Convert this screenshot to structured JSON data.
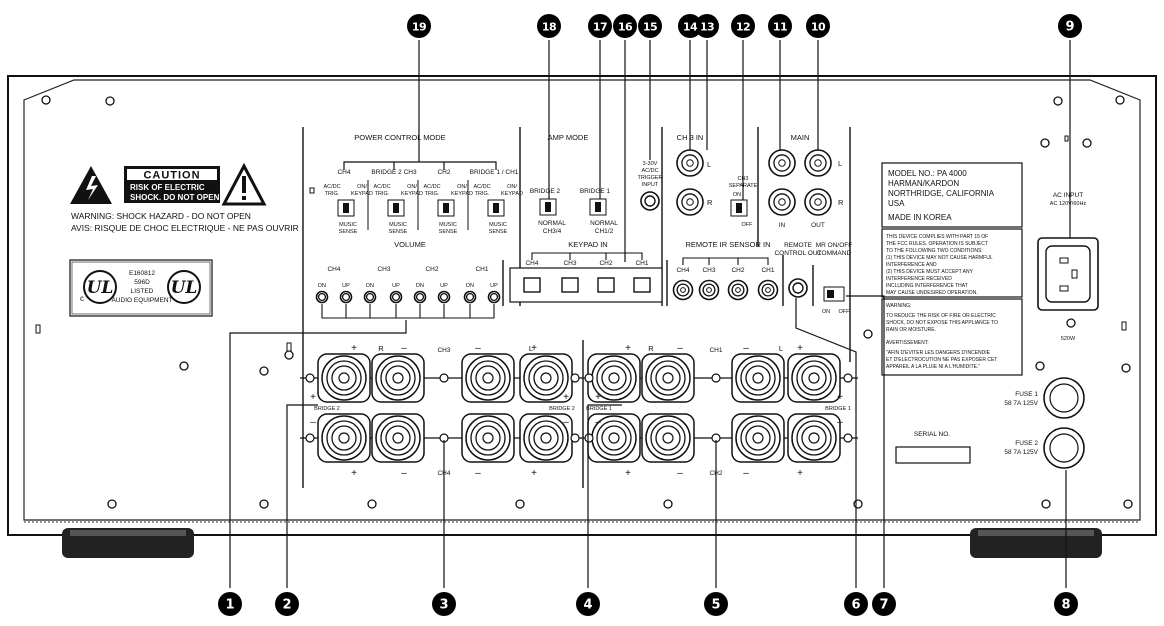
{
  "callouts": {
    "c1": "1",
    "c2": "2",
    "c3": "3",
    "c4": "4",
    "c5": "5",
    "c6": "6",
    "c7": "7",
    "c8": "8",
    "c9": "9",
    "c10": "10",
    "c11": "11",
    "c12": "12",
    "c13": "13",
    "c14": "14",
    "c15": "15",
    "c16": "16",
    "c17": "17",
    "c18": "18",
    "c19": "19"
  },
  "sections": {
    "power_control_mode": "POWER CONTROL MODE",
    "amp_mode": "AMP MODE",
    "ch3_in": "CH 3 IN",
    "main": "MAIN",
    "volume": "VOLUME",
    "keypad_in": "KEYPAD IN",
    "remote_ir_sensor_in": "REMOTE IR SENSOR IN",
    "remote_control_out_1": "REMOTE",
    "remote_control_out_2": "CONTROL OUT",
    "mr_on_off_1": "MR ON/OFF",
    "mr_on_off_2": "COMMAND"
  },
  "power_control": {
    "channels": [
      "CH4",
      "BRIDGE 2 CH3",
      "CH2",
      "BRIDGE 1 / CH1"
    ],
    "left_1": "AC/DC",
    "left_2": "TRIG.",
    "right_1": "ON/",
    "right_2": "KEYPAD",
    "bottom_1": "MUSIC",
    "bottom_2": "SENSE"
  },
  "amp_mode": {
    "bridge2": "BRIDGE 2",
    "bridge1": "BRIDGE 1",
    "normal": "NORMAL",
    "ch34": "CH3/4",
    "ch12": "CH1/2"
  },
  "trigger": {
    "l1": "3-30V",
    "l2": "AC/DC",
    "l3": "TRIGGER",
    "l4": "INPUT"
  },
  "ch3_sep": {
    "l1": "CH3",
    "l2": "SEPARATE",
    "on": "ON",
    "off": "OFF"
  },
  "jack": {
    "L": "L",
    "R": "R",
    "IN": "IN",
    "OUT": "OUT"
  },
  "volume": {
    "channels": [
      "CH4",
      "CH3",
      "CH2",
      "CH1"
    ],
    "dn": "DN",
    "up": "UP"
  },
  "keypad": {
    "channels": [
      "CH4",
      "CH3",
      "CH2",
      "CH1"
    ]
  },
  "ir": {
    "channels": [
      "CH4",
      "CH3",
      "CH2",
      "CH1"
    ]
  },
  "mr": {
    "on": "ON",
    "off": "OFF"
  },
  "speakers": {
    "ch3": "CH3",
    "ch4": "CH4",
    "ch1": "CH1",
    "ch2": "CH2",
    "R": "R",
    "L": "L",
    "plus": "+",
    "minus": "–",
    "bridge2": "BRIDGE 2",
    "bridge1": "BRIDGE 1"
  },
  "caution": {
    "title": "CAUTION",
    "line1": "RISK OF ELECTRIC",
    "line2": "SHOCK. DO NOT OPEN",
    "warning": "WARNING: SHOCK HAZARD - DO NOT OPEN",
    "avis": "AVIS: RISQUE DE CHOC ELECTRIQUE - NE PAS OUVRIR"
  },
  "ul": {
    "logo": "UL",
    "c": "c",
    "l1": "E160812",
    "l2": "596D",
    "l3": "LISTED",
    "l4": "AUDIO EQUIPMENT"
  },
  "model": {
    "line1": "MODEL NO.: PA 4000",
    "line2": "HARMAN/KARDON",
    "line3": "NORTHRIDGE, CALIFORNIA",
    "line4": "USA",
    "line5": "MADE IN KOREA"
  },
  "fcc": [
    "THIS DEVICE COMPLIES WITH PART 15 OF",
    "THE FCC RULES. OPERATION IS SUBJECT",
    "TO THE FOLLOWING TWO CONDITIONS:",
    "(1) THIS DEVICE MAY NOT CAUSE HARMFUL",
    "     INTERFERENCE AND",
    "(2) THIS DEVICE MUST ACCEPT ANY",
    "     INTERFERENCE RECEIVED",
    "     INCLUDING INTERFERENCE THAT",
    "     MAY CAUSE UNDESIRED OPERATION."
  ],
  "warning_box": [
    "WARNING:",
    "TO REDUCE THE RISK OF FIRE OR ELECTRIC",
    "SHOCK, DO NOT EXPOSE THIS APPLIANCE TO",
    "RAIN OR MOISTURE.",
    "AVERTISSEMENT:",
    "\"AFIN D'EVITER LES DANGERS D'INCENDIE",
    "ET D'ELECTROCUTION NE PAS EXPOSER CET",
    "APPAREIL A LA PLUIE NI A L'HUMIDITE.\""
  ],
  "ac": {
    "l1": "AC INPUT",
    "l2": "AC 120V/60Hz",
    "power": "520W"
  },
  "fuse1": {
    "l1": "FUSE 1",
    "l2": "58 7A 125V"
  },
  "fuse2": {
    "l1": "FUSE 2",
    "l2": "58 7A 125V"
  },
  "serial": "SERIAL NO."
}
